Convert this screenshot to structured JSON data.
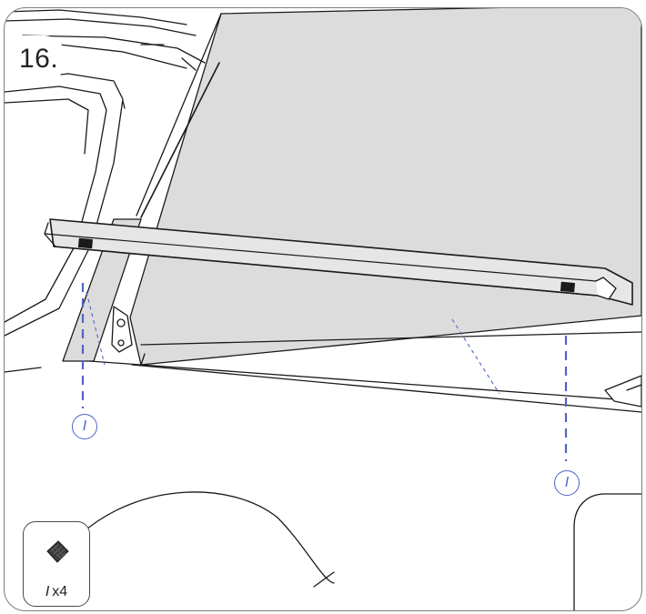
{
  "step": {
    "number": "16."
  },
  "callouts": [
    {
      "id": "left",
      "label": "I"
    },
    {
      "id": "right",
      "label": "I"
    }
  ],
  "parts": {
    "id": "I",
    "qty": "x4"
  },
  "colors": {
    "line": "#1a1a1a",
    "panel_fill": "#dcdcdc",
    "callout_blue": "#4f64c8",
    "frame": "#7d7d7d"
  }
}
